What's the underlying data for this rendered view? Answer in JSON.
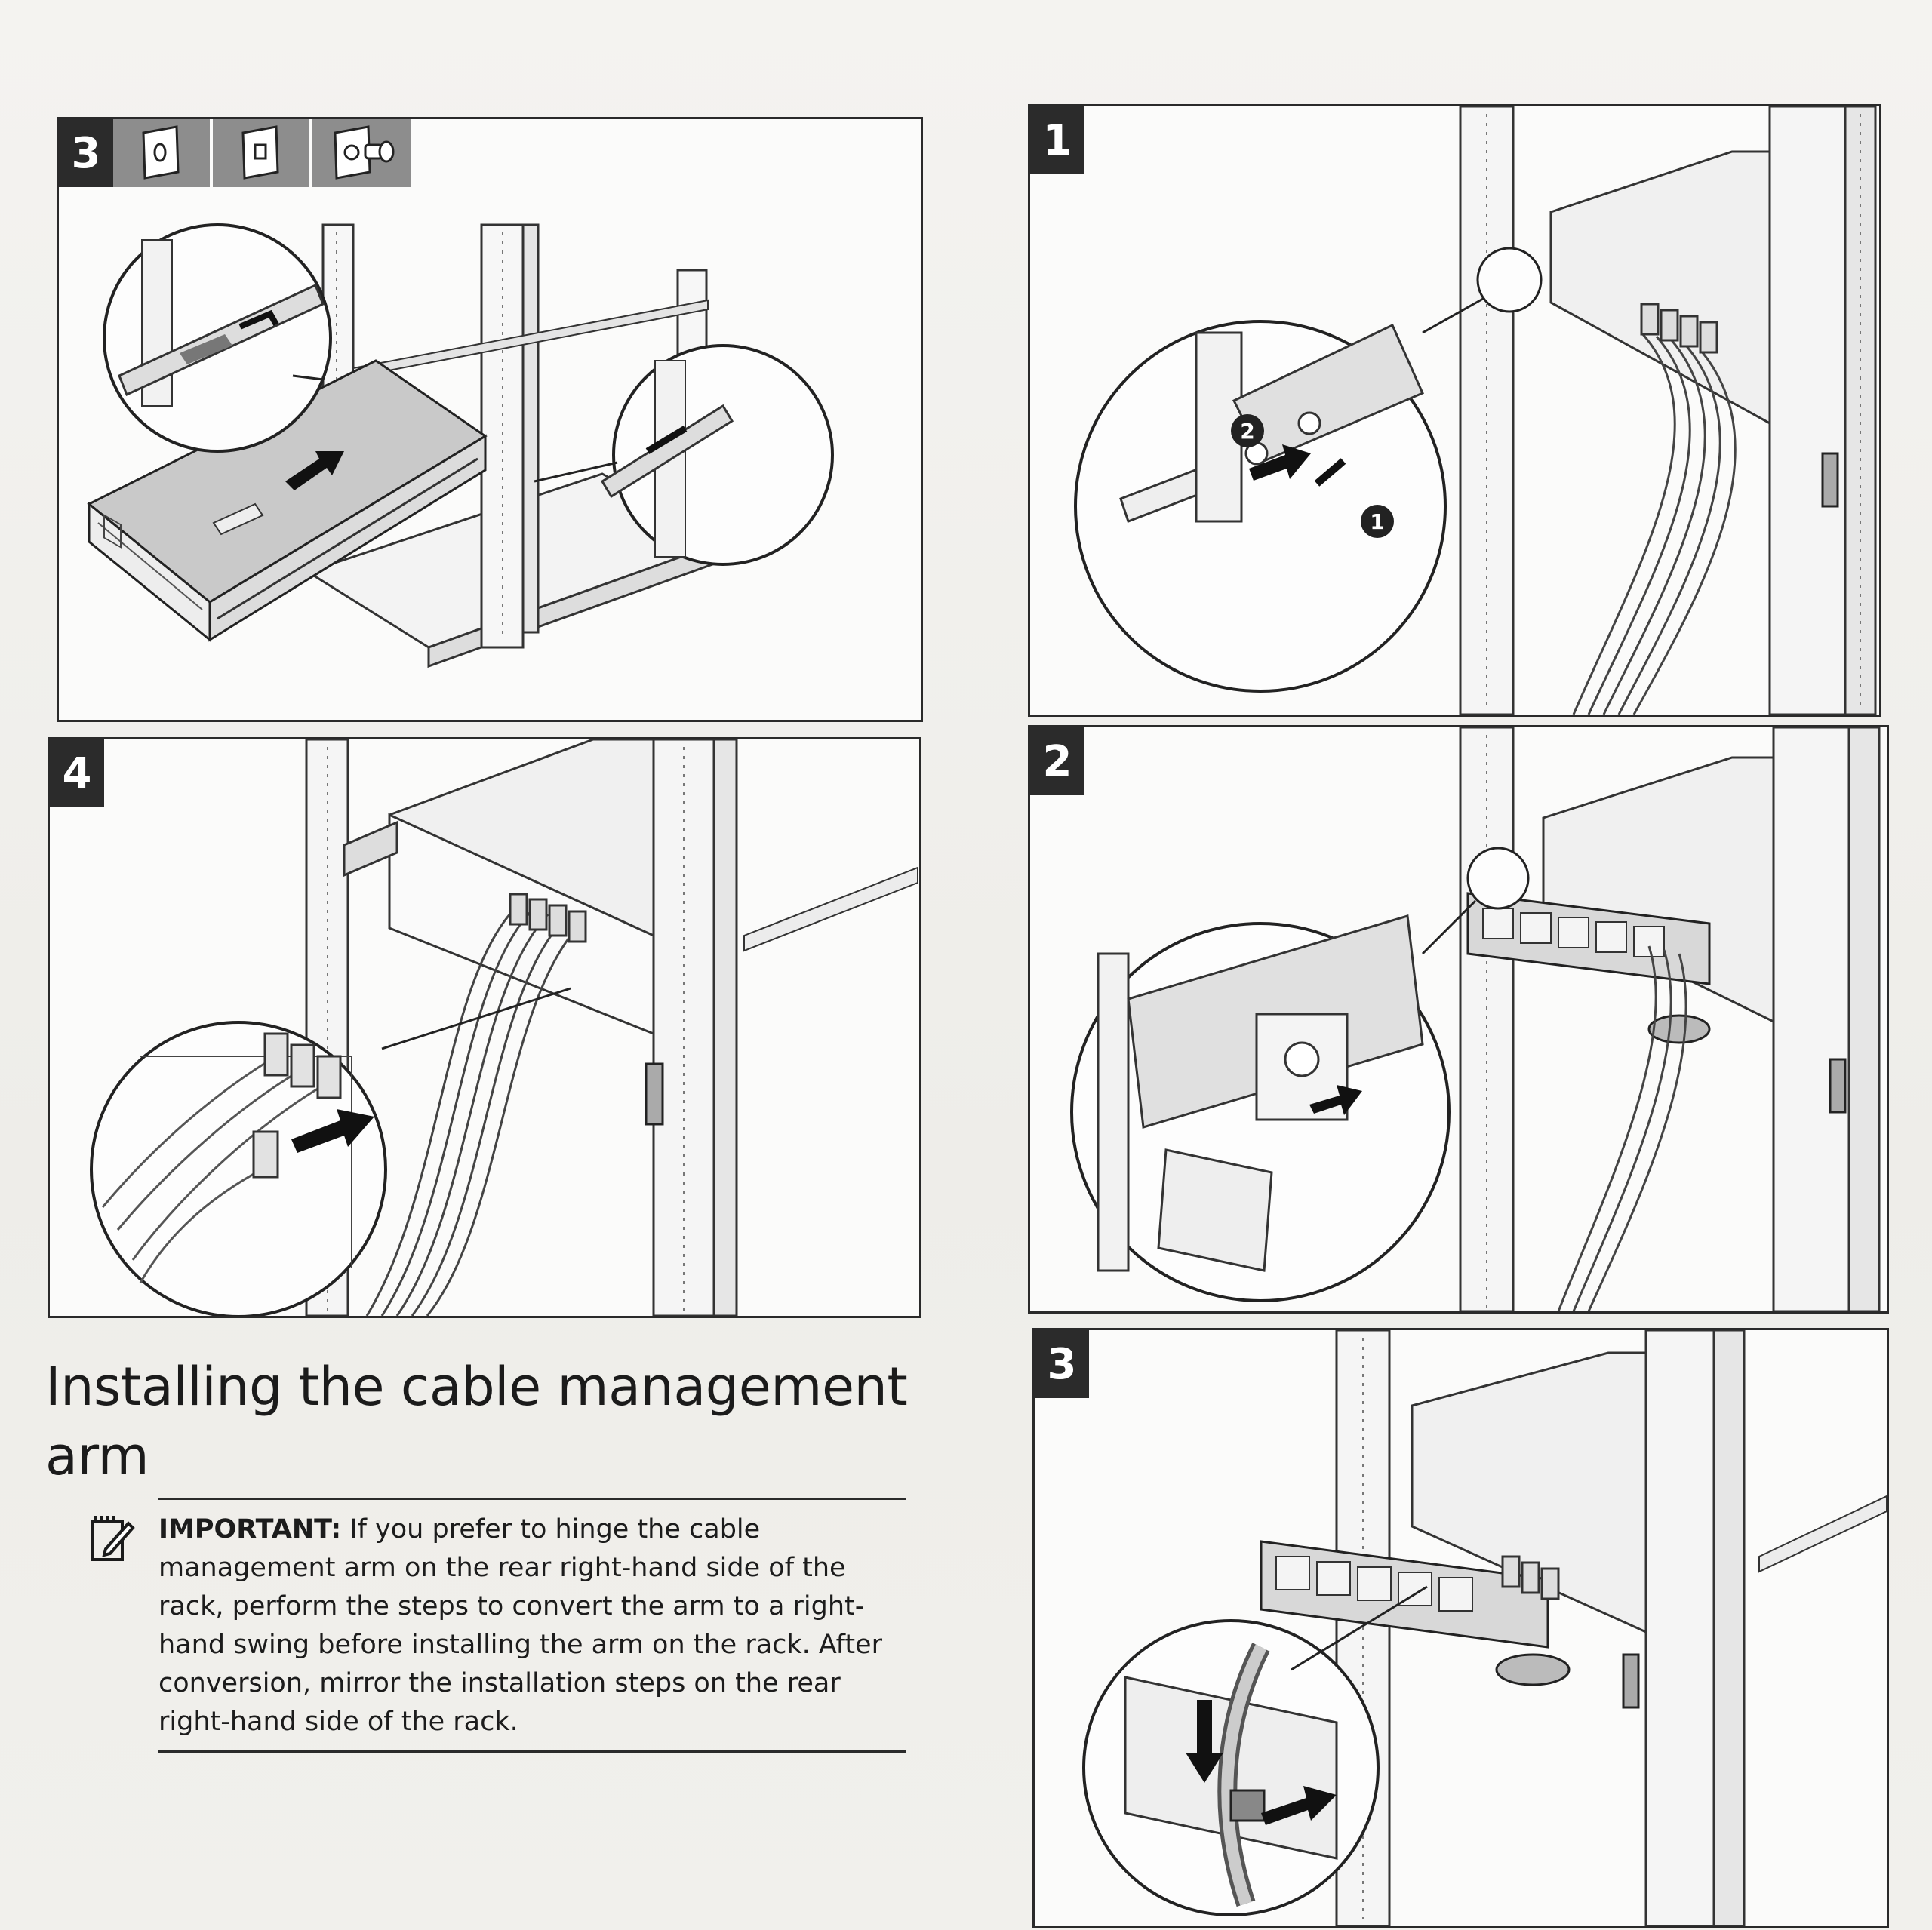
{
  "panels": {
    "left_top": {
      "step": "3",
      "tools": [
        "t25-torx-icon",
        "square-hole-icon",
        "screw-icon"
      ]
    },
    "left_bottom": {
      "step": "4"
    },
    "right_top": {
      "step": "1",
      "callouts": [
        "2",
        "1"
      ]
    },
    "right_middle": {
      "step": "2"
    },
    "right_bottom": {
      "step": "3"
    }
  },
  "section": {
    "heading": "Installing the cable management arm",
    "important_label": "IMPORTANT:",
    "important_text": "If you prefer to hinge the cable management arm on the rear right-hand side of the rack, perform the steps to convert the arm to a right-hand swing before installing the arm on the rack. After conversion, mirror the installation steps on the rear right-hand side of the rack.",
    "icon": "important-notepad-icon"
  }
}
